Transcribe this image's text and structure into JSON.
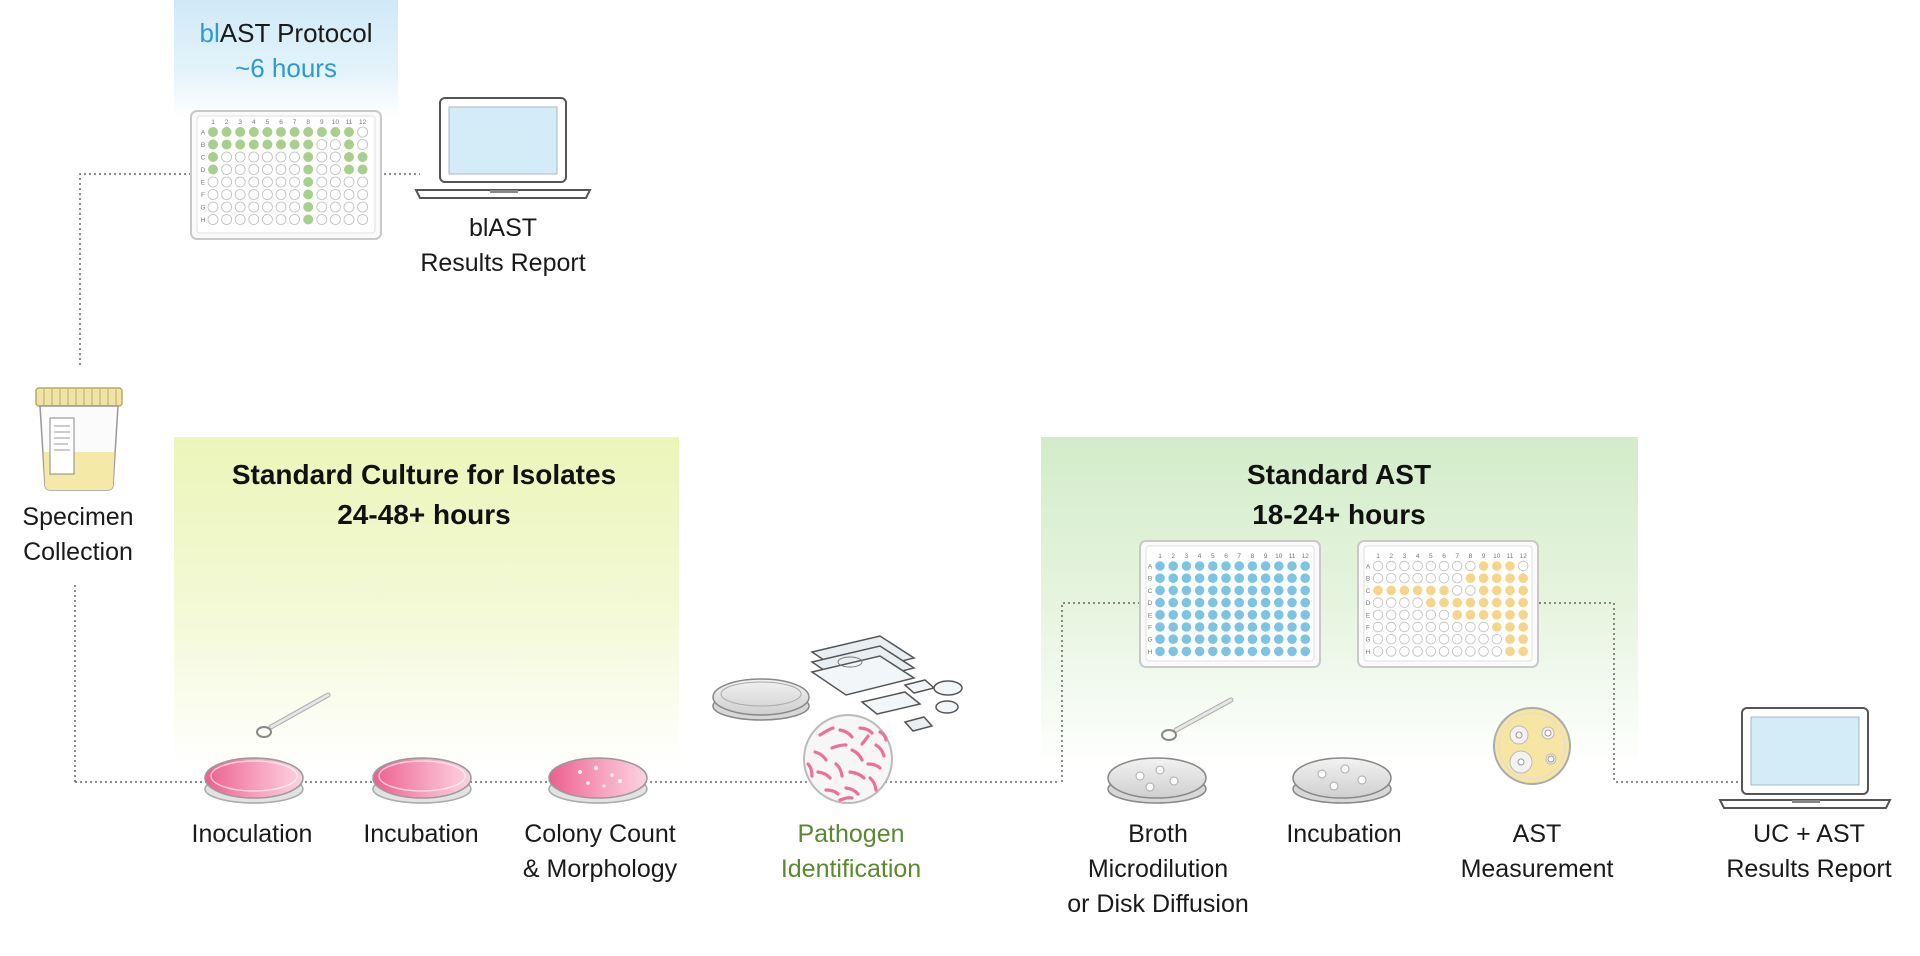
{
  "blast": {
    "title_prefix": "bl",
    "title_rest": "AST Protocol",
    "duration": "~6 hours",
    "report_line1": "blAST",
    "report_line2": "Results Report"
  },
  "specimen": {
    "line1": "Specimen",
    "line2": "Collection"
  },
  "culture_panel": {
    "title_line1": "Standard Culture for Isolates",
    "title_line2": "24-48+ hours"
  },
  "ast_panel": {
    "title_line1": "Standard AST",
    "title_line2": "18-24+ hours"
  },
  "steps": {
    "inoculation": "Inoculation",
    "incubation1": "Incubation",
    "colony_line1": "Colony Count",
    "colony_line2": "& Morphology",
    "pathogen_line1": "Pathogen",
    "pathogen_line2": "Identification",
    "broth_line1": "Broth",
    "broth_line2": "Microdilution",
    "broth_line3": "or Disk Diffusion",
    "incubation2": "Incubation",
    "astm_line1": "AST",
    "astm_line2": "Measurement",
    "uc_line1": "UC + AST",
    "uc_line2": "Results Report"
  },
  "plate_labels": {
    "cols": [
      "1",
      "2",
      "3",
      "4",
      "5",
      "6",
      "7",
      "8",
      "9",
      "10",
      "11",
      "12"
    ],
    "rows": [
      "A",
      "B",
      "C",
      "D",
      "E",
      "F",
      "G",
      "H"
    ]
  },
  "colors": {
    "blast_well": "#a8d08d",
    "broth_well": "#7cc4e6",
    "ast_well": "#f6d48a",
    "pink_agar": "#f07aa0",
    "laptop_screen": "#d4ebf8",
    "urine": "#f4e9a6",
    "dotted_line": "#666666"
  }
}
